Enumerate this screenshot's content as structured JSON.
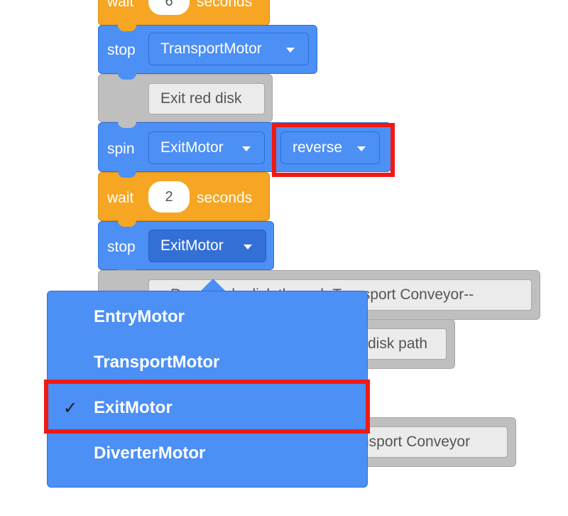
{
  "blocks": {
    "wait_top": {
      "keyword": "wait",
      "value": "6",
      "unit": "seconds"
    },
    "stop_transport": {
      "keyword": "stop",
      "motor": "TransportMotor"
    },
    "comment_exit_red": {
      "text": "Exit red disk"
    },
    "spin_exit": {
      "keyword": "spin",
      "motor": "ExitMotor",
      "direction": "reverse"
    },
    "wait_2": {
      "keyword": "wait",
      "value": "2",
      "unit": "seconds"
    },
    "stop_exit": {
      "keyword": "stop",
      "motor": "ExitMotor"
    },
    "comment_transport": {
      "text": "--Run purple disk through Transport Conveyor--"
    },
    "comment_disk_path": {
      "text": "disk path"
    },
    "comment_transport_2": {
      "text": "nsport Conveyor"
    }
  },
  "dropdown": {
    "options": [
      "EntryMotor",
      "TransportMotor",
      "ExitMotor",
      "DiverterMotor"
    ],
    "selected": "ExitMotor",
    "check_mark": "✓"
  },
  "colors": {
    "control_orange": "#f6a623",
    "motion_blue": "#4c8ff5",
    "comment_grey": "#bfbfbf",
    "highlight_red": "#f01a14"
  }
}
